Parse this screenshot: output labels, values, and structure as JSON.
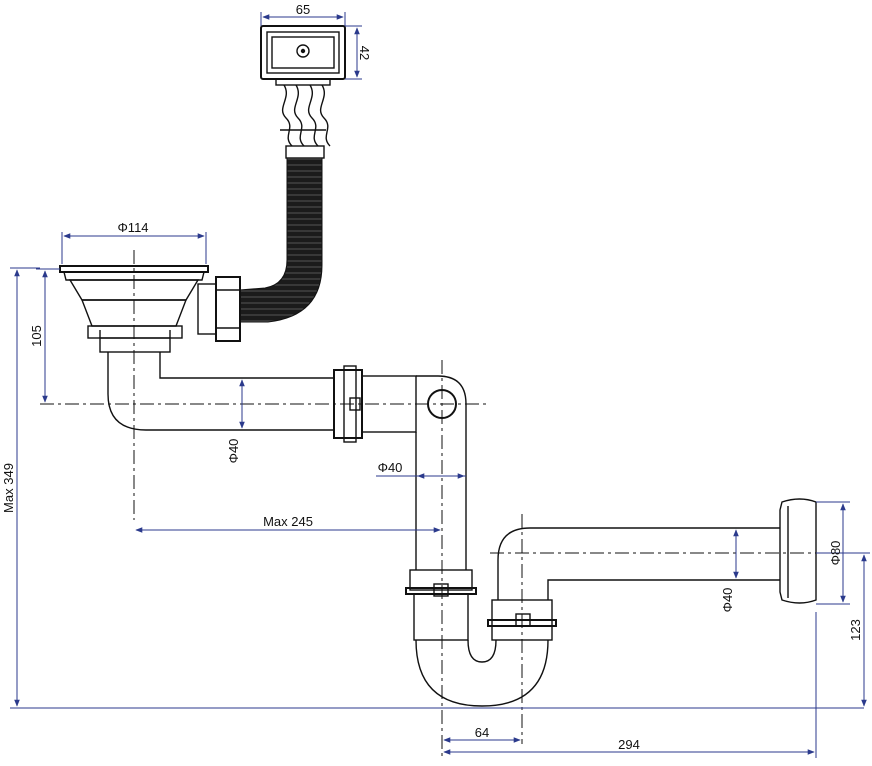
{
  "labels": {
    "width_65": "65",
    "height_42": "42",
    "diameter_114": "Φ114",
    "height_105": "105",
    "max_349": "Max 349",
    "diameter_40_a": "Φ40",
    "diameter_40_b": "Φ40",
    "max_245": "Max 245",
    "diameter_80": "Φ80",
    "diameter_40_c": "Φ40",
    "height_123": "123",
    "width_64": "64",
    "width_294": "294"
  },
  "colors": {
    "line": "#111111",
    "dimension": "#2b3a8c",
    "hose": "#1b1b1b"
  }
}
